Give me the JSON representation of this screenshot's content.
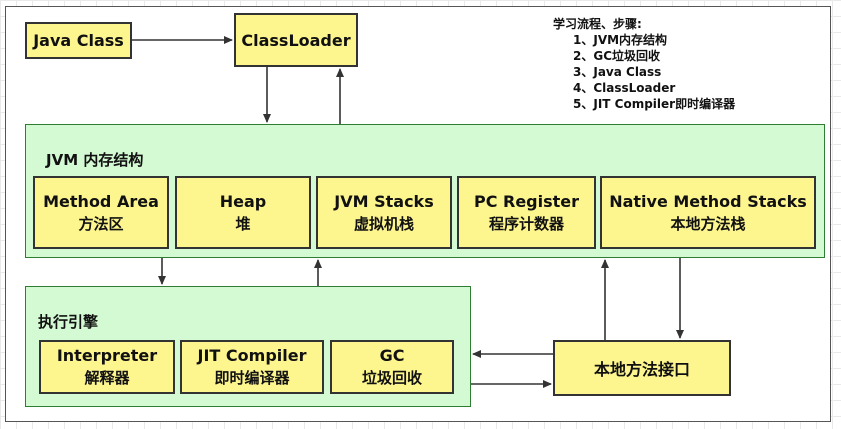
{
  "top": {
    "java_class": "Java Class",
    "class_loader": "ClassLoader"
  },
  "notes": {
    "title": "学习流程、步骤:",
    "items": [
      "1、JVM内存结构",
      "2、GC垃圾回收",
      "3、Java Class",
      "4、ClassLoader",
      "5、JIT Compiler即时编译器"
    ]
  },
  "jvm_memory": {
    "title": "JVM 内存结构",
    "areas": [
      {
        "en": "Method Area",
        "zh": "方法区"
      },
      {
        "en": "Heap",
        "zh": "堆"
      },
      {
        "en": "JVM Stacks",
        "zh": "虚拟机栈"
      },
      {
        "en": "PC Register",
        "zh": "程序计数器"
      },
      {
        "en": "Native Method Stacks",
        "zh": "本地方法栈"
      }
    ]
  },
  "execution_engine": {
    "title": "执行引擎",
    "parts": [
      {
        "en": "Interpreter",
        "zh": "解释器"
      },
      {
        "en": "JIT Compiler",
        "zh": "即时编译器"
      },
      {
        "en": "GC",
        "zh": "垃圾回收"
      }
    ]
  },
  "native_interface": "本地方法接口",
  "colors": {
    "box_fill": "#fdf58e",
    "panel_fill": "#d4fad4",
    "panel_border": "#2e7d32",
    "line": "#333333"
  }
}
